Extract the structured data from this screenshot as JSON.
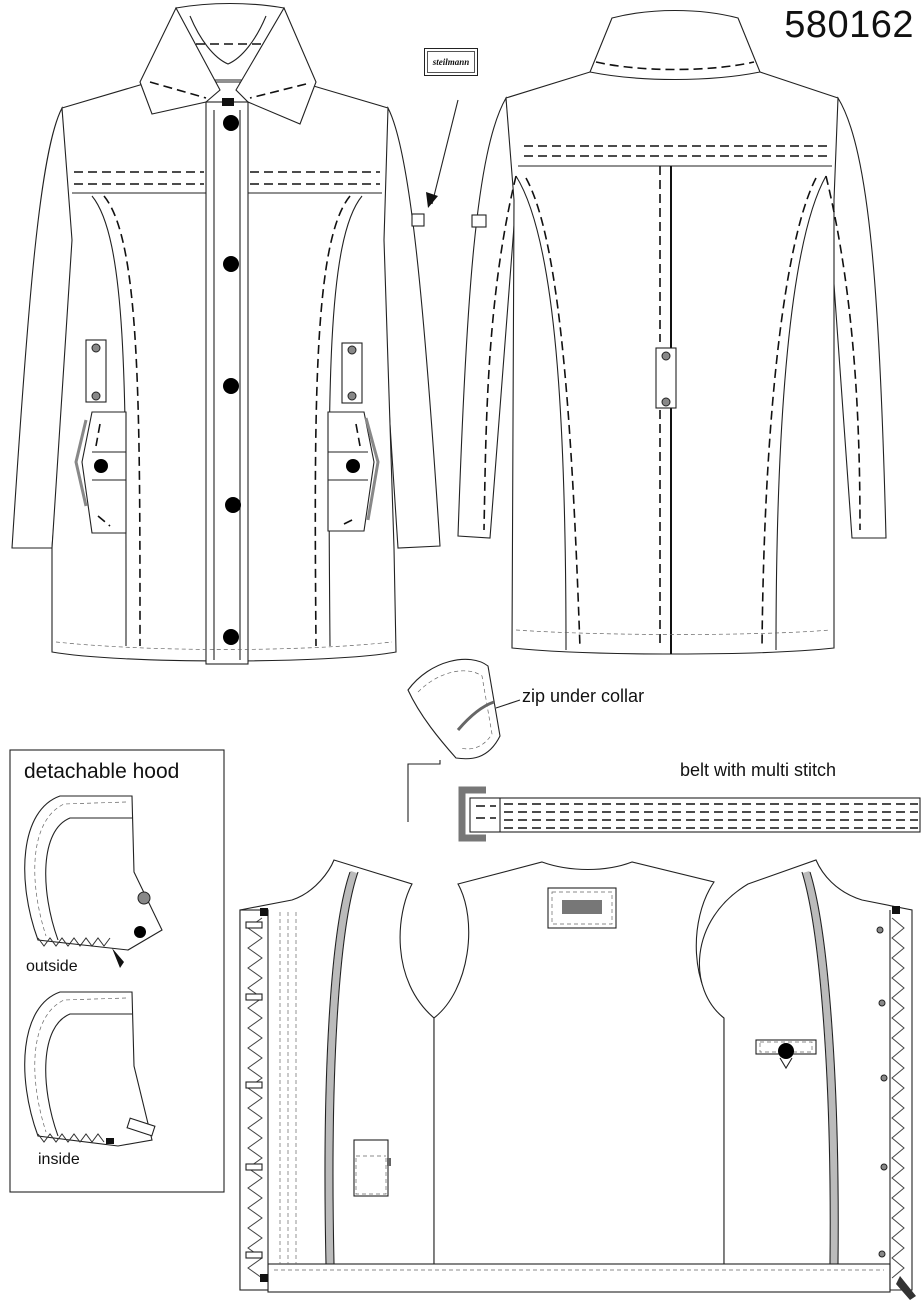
{
  "style_number": "580162",
  "brand_label": "steilmann",
  "labels": {
    "zip_under_collar": "zip under collar",
    "belt": "belt with multi stitch",
    "hood_title": "detachable hood",
    "hood_outside": "outside",
    "hood_inside": "inside"
  },
  "colors": {
    "line": "#222222",
    "fill": "#ffffff",
    "accent_gray": "#888888"
  }
}
